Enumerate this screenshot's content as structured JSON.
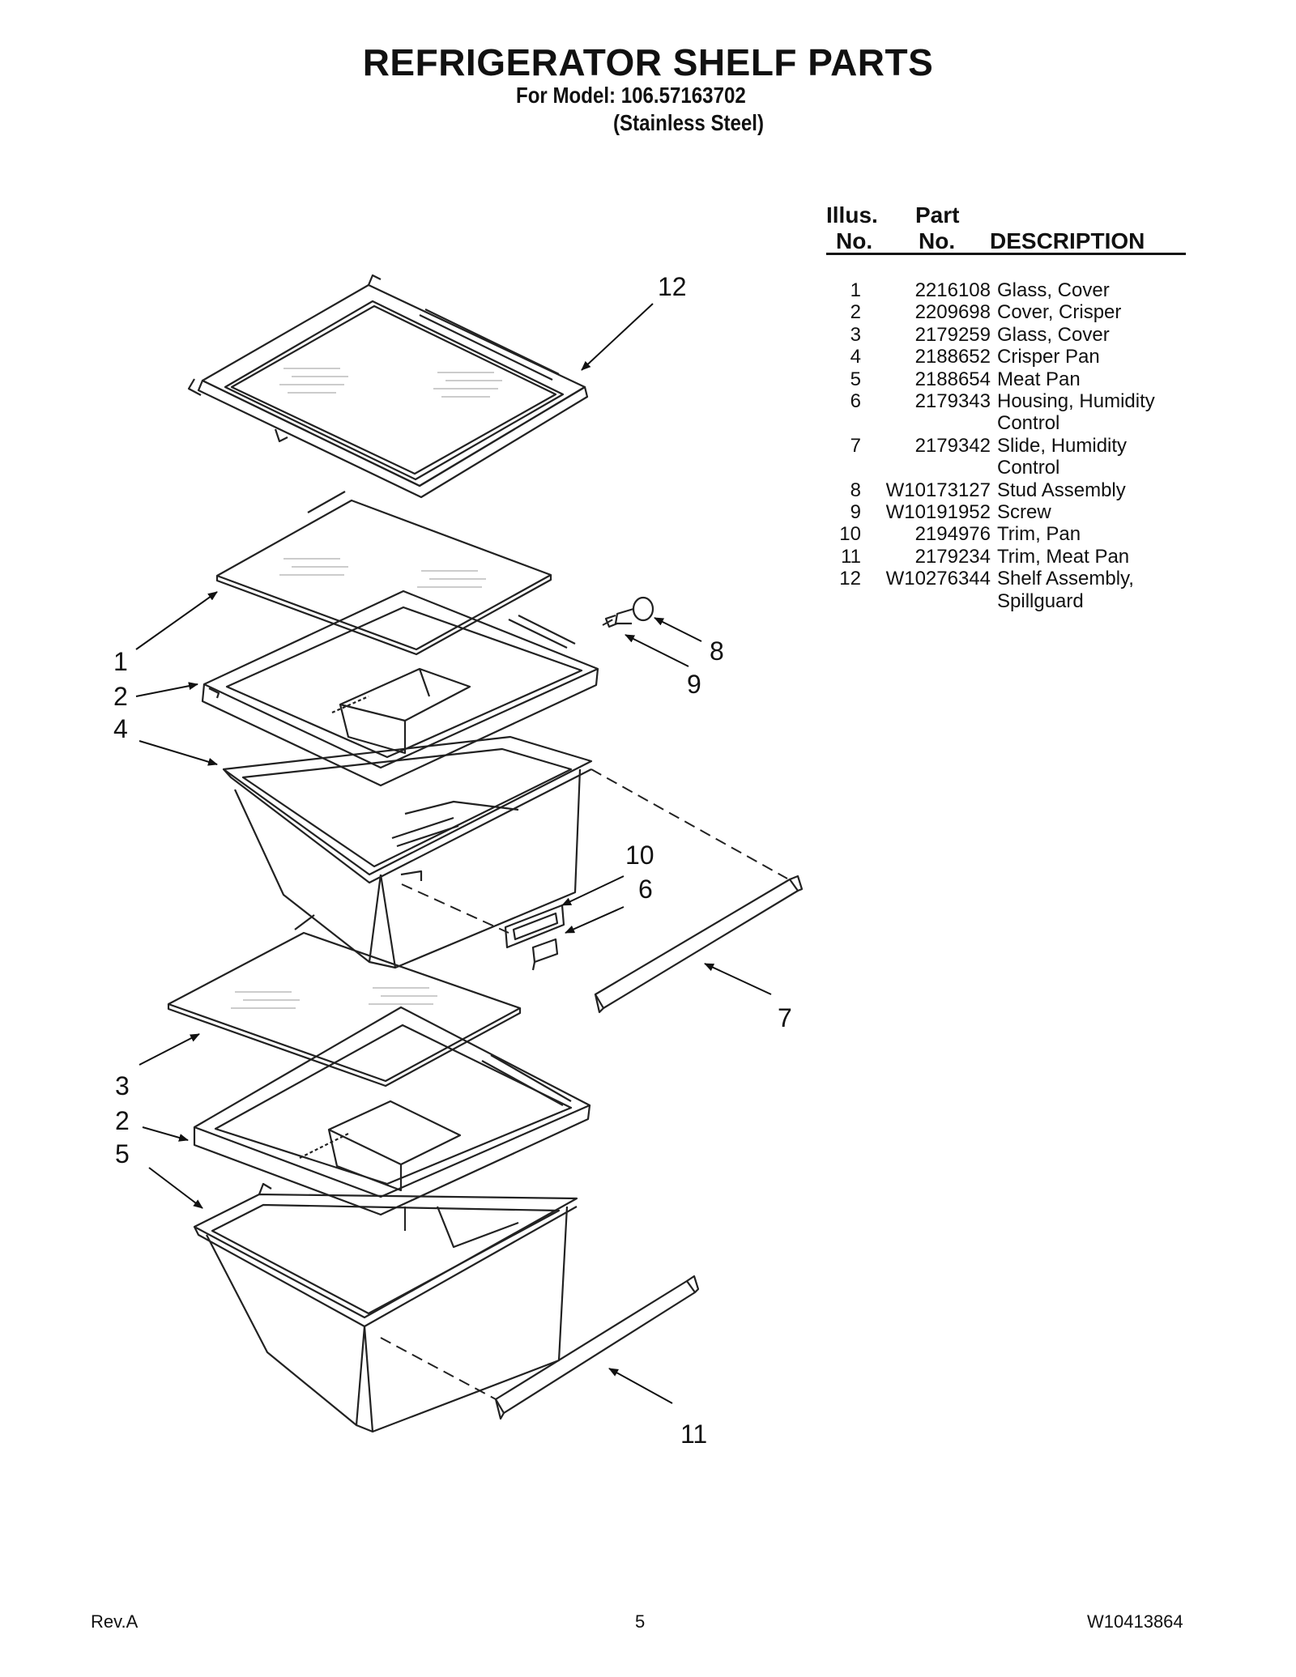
{
  "header": {
    "title": "REFRIGERATOR SHELF PARTS",
    "model_line": "For Model: 106.57163702",
    "finish_line": "(Stainless Steel)"
  },
  "table": {
    "col_illus": [
      "Illus.",
      "No."
    ],
    "col_part": [
      "Part",
      "No."
    ],
    "col_desc": "DESCRIPTION",
    "rows": [
      {
        "illus": "1",
        "part": "2216108",
        "desc": "Glass, Cover"
      },
      {
        "illus": "2",
        "part": "2209698",
        "desc": "Cover, Crisper"
      },
      {
        "illus": "3",
        "part": "2179259",
        "desc": "Glass, Cover"
      },
      {
        "illus": "4",
        "part": "2188652",
        "desc": "Crisper Pan"
      },
      {
        "illus": "5",
        "part": "2188654",
        "desc": "Meat Pan"
      },
      {
        "illus": "6",
        "part": "2179343",
        "desc": "Housing, Humidity Control"
      },
      {
        "illus": "7",
        "part": "2179342",
        "desc": "Slide, Humidity Control"
      },
      {
        "illus": "8",
        "part": "W10173127",
        "desc": "Stud Assembly"
      },
      {
        "illus": "9",
        "part": "W10191952",
        "desc": "Screw"
      },
      {
        "illus": "10",
        "part": "2194976",
        "desc": "Trim, Pan"
      },
      {
        "illus": "11",
        "part": "2179234",
        "desc": "Trim, Meat Pan"
      },
      {
        "illus": "12",
        "part": "W10276344",
        "desc": "Shelf Assembly, Spillguard"
      }
    ]
  },
  "diagram": {
    "callouts": [
      "12",
      "1",
      "2",
      "4",
      "8",
      "9",
      "10",
      "6",
      "7",
      "3",
      "2",
      "5",
      "11"
    ]
  },
  "footer": {
    "left": "Rev.A",
    "center": "5",
    "right": "W10413864"
  }
}
